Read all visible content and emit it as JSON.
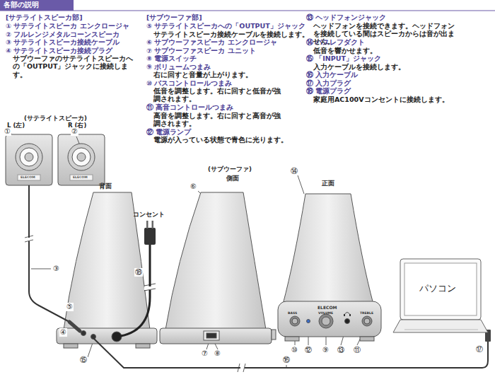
{
  "diagram": {
    "title": "各部の説明",
    "labels": [
      "[サテライトスピーカ部]",
      "① サテライトスピーカ エンクロージャ",
      "② フルレンジメタルコーンスピーカ",
      "③ サテライトスピーカ接続ケーブル",
      "④ サテライトスピーカ接続プラグ",
      "サブウーファのサテライトスピーカへの「OUTPUT」ジャックに接続します。",
      "[サブウーファ部]",
      "⑤ サテライトスピーカへの「OUTPUT」ジャック",
      "サテライトスピーカ接続ケーブルを接続します。",
      "⑥ サブウーファスピーカ エンクロージャ",
      "⑦ サブウーファスピーカ ユニット",
      "⑧ 電源スイッチ",
      "⑨ ボリュームつまみ",
      "右に回すと音量が上がります。",
      "⑩ バスコントロールつまみ",
      "低音を調整します。右に回すと低音が強調されます。",
      "⑪ 高音コントロールつまみ",
      "高音を調整します。右に回すと高音が強調されます。",
      "⑫ 電源ランプ",
      "電源が入っている状態で青色に光ります。",
      "⑬ ヘッドフォンジャック",
      "ヘッドフォンを接続できます。ヘッドフォンを接続している間はスピーカからは音が出ません。",
      "⑭ バスレフダクト",
      "低音を響かせます。",
      "⑮ 「INPUT」ジャック",
      "入力ケーブルを接続します。",
      "⑯ 入力ケーブル",
      "⑰ 入力プラグ",
      "⑱ 電源プラグ",
      "家庭用AC100Vコンセントに接続します。",
      "(サテライトスピーカ)",
      "L (左)",
      "R (右)",
      "①",
      "②",
      "ELECOM",
      "ELECOM",
      "背面",
      "③",
      "⑤",
      "④",
      "⑮",
      "コンセント",
      "⑱",
      "(サブウーファ)",
      "側面",
      "⑥",
      "⑦",
      "⑧",
      "正面",
      "⑭",
      "ELECOM",
      "BASS",
      "VOLUME",
      "TREBLE",
      "⑩",
      "⑫",
      "⑨",
      "⑬",
      "⑪",
      "⑯",
      "⑰",
      "パソコン"
    ]
  }
}
